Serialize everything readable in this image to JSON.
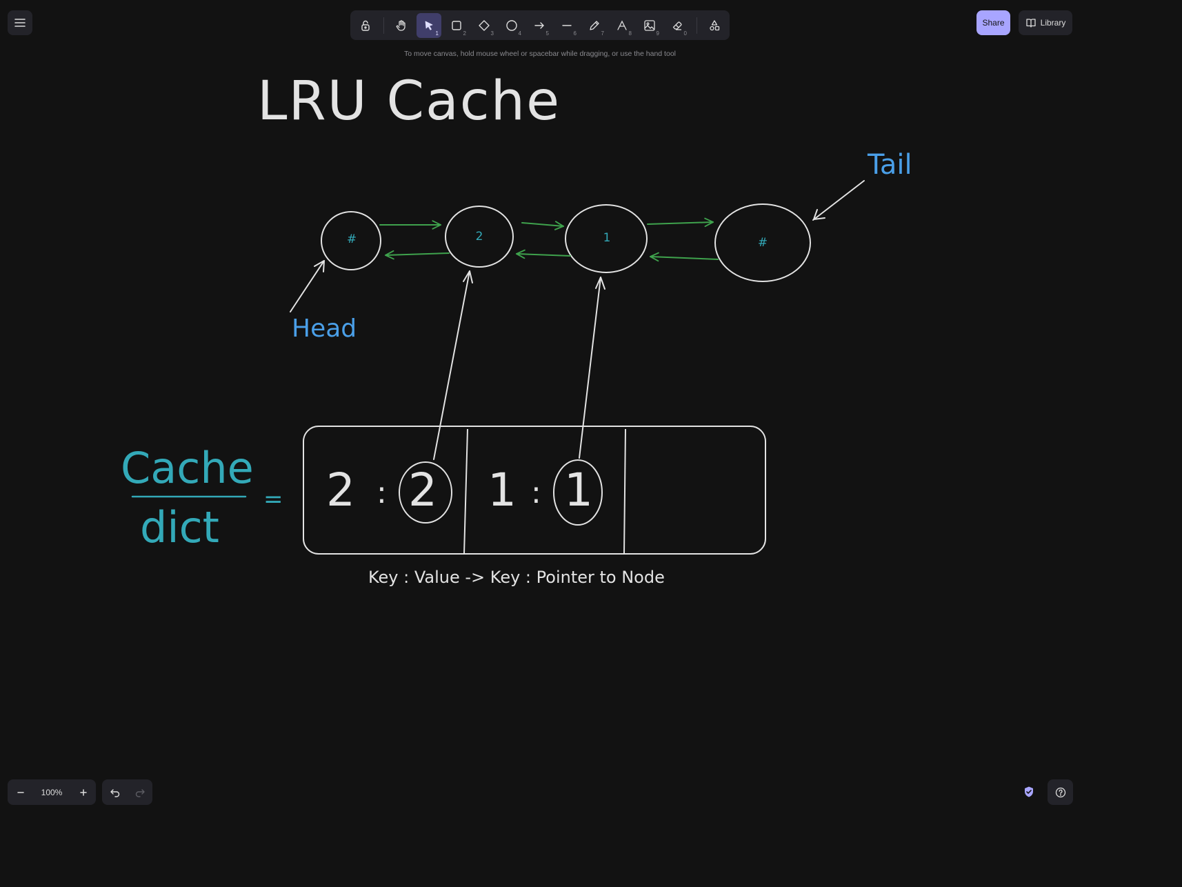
{
  "app": {
    "hint": "To move canvas, hold mouse wheel or spacebar while dragging, or use the hand tool",
    "share_label": "Share",
    "library_label": "Library",
    "zoom_level": "100%"
  },
  "toolbar": {
    "tools": [
      {
        "name": "lock",
        "icon": "lock-open-icon",
        "key": ""
      },
      {
        "name": "hand",
        "icon": "hand-icon",
        "key": ""
      },
      {
        "name": "selection",
        "icon": "pointer-icon",
        "key": "1",
        "active": true
      },
      {
        "name": "rectangle",
        "icon": "square-icon",
        "key": "2"
      },
      {
        "name": "diamond",
        "icon": "diamond-icon",
        "key": "3"
      },
      {
        "name": "ellipse",
        "icon": "circle-icon",
        "key": "4"
      },
      {
        "name": "arrow",
        "icon": "arrow-right-icon",
        "key": "5"
      },
      {
        "name": "line",
        "icon": "line-icon",
        "key": "6"
      },
      {
        "name": "draw",
        "icon": "pencil-icon",
        "key": "7"
      },
      {
        "name": "text",
        "icon": "text-icon",
        "key": "8"
      },
      {
        "name": "image",
        "icon": "image-icon",
        "key": "9"
      },
      {
        "name": "eraser",
        "icon": "eraser-icon",
        "key": "0"
      },
      {
        "name": "more-shapes",
        "icon": "shapes-icon",
        "key": ""
      }
    ]
  },
  "drawing": {
    "title": "LRU Cache",
    "tail_label": "Tail",
    "head_label": "Head",
    "nodes": [
      "#",
      "2",
      "1",
      "#"
    ],
    "cache_label": "Cache",
    "dict_label": "dict",
    "equals": "=",
    "entries": [
      {
        "key": "2",
        "sep": ":",
        "value": "2"
      },
      {
        "key": "1",
        "sep": ":",
        "value": "1"
      }
    ],
    "caption": "Key : Value -> Key : Pointer to Node"
  },
  "colors": {
    "background": "#121212",
    "accent": "#a8a5ff",
    "stroke": "#e3e3e3",
    "link_arrow": "#3fa34d",
    "label_blue": "#4a9fe8",
    "label_teal": "#33a9b8"
  }
}
